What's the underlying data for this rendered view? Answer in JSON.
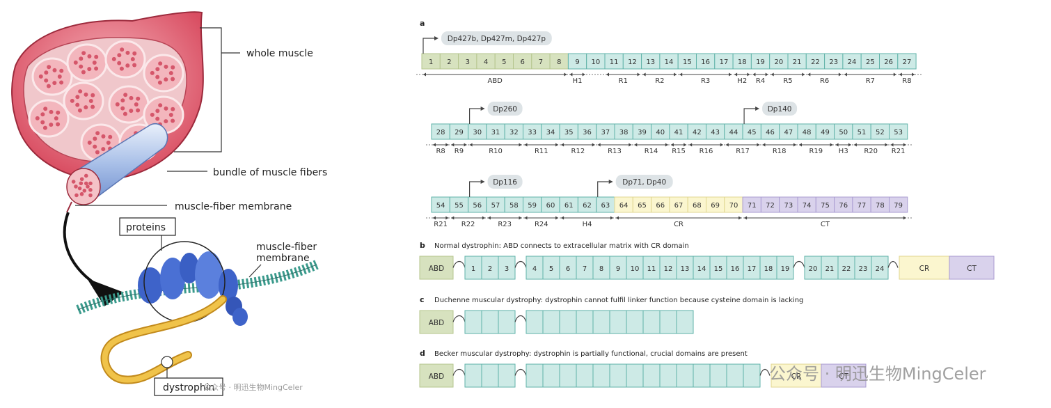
{
  "left_figure": {
    "labels": {
      "whole_muscle": "whole muscle",
      "bundle": "bundle of muscle fibers",
      "membrane": "muscle-fiber membrane",
      "proteins": "proteins",
      "membrane2_line1": "muscle-fiber",
      "membrane2_line2": "membrane",
      "dystrophin": "dystrophin"
    },
    "watermark": "公众号 · 明迅生物MingCeler"
  },
  "panel_a": {
    "label": "a",
    "rows": [
      {
        "exons": [
          "1",
          "2",
          "3",
          "4",
          "5",
          "6",
          "7",
          "8",
          "9",
          "10",
          "11",
          "12",
          "13",
          "14",
          "15",
          "16",
          "17",
          "18",
          "19",
          "20",
          "21",
          "22",
          "23",
          "24",
          "25",
          "26",
          "27"
        ],
        "promoters": [
          {
            "text": "Dp427b, Dp427m, Dp427p",
            "at_exon": "1"
          }
        ],
        "domains": [
          "ABD",
          "H1",
          "R1",
          "R2",
          "R3",
          "H2",
          "R4",
          "R5",
          "R6",
          "R7",
          "R8"
        ]
      },
      {
        "exons": [
          "28",
          "29",
          "30",
          "31",
          "32",
          "33",
          "34",
          "35",
          "36",
          "37",
          "38",
          "39",
          "40",
          "41",
          "42",
          "43",
          "44",
          "45",
          "46",
          "47",
          "48",
          "49",
          "50",
          "51",
          "52",
          "53"
        ],
        "promoters": [
          {
            "text": "Dp260",
            "at_exon": "30"
          },
          {
            "text": "Dp140",
            "at_exon": "45"
          }
        ],
        "domains": [
          "R8",
          "R9",
          "R10",
          "R11",
          "R12",
          "R13",
          "R14",
          "R15",
          "R16",
          "R17",
          "R18",
          "R19",
          "H3",
          "R20",
          "R21"
        ]
      },
      {
        "exons": [
          "54",
          "55",
          "56",
          "57",
          "58",
          "59",
          "60",
          "61",
          "62",
          "63",
          "64",
          "65",
          "66",
          "67",
          "68",
          "69",
          "70",
          "71",
          "72",
          "73",
          "74",
          "75",
          "76",
          "77",
          "78",
          "79"
        ],
        "promoters": [
          {
            "text": "Dp116",
            "at_exon": "56"
          },
          {
            "text": "Dp71, Dp40",
            "at_exon": "63"
          }
        ],
        "domains": [
          "R21",
          "R22",
          "R23",
          "R24",
          "H4",
          "CR",
          "CT"
        ]
      }
    ]
  },
  "panel_b": {
    "label": "b",
    "caption": "Normal dystrophin: ABD connects to extracellular matrix with CR domain",
    "abd": "ABD",
    "repeats": [
      "1",
      "2",
      "3",
      "4",
      "5",
      "6",
      "7",
      "8",
      "9",
      "10",
      "11",
      "12",
      "13",
      "14",
      "15",
      "16",
      "17",
      "18",
      "19",
      "20",
      "21",
      "22",
      "23",
      "24"
    ],
    "cr": "CR",
    "ct": "CT"
  },
  "panel_c": {
    "label": "c",
    "caption": "Duchenne muscular dystrophy: dystrophin cannot fulfil linker function because cysteine domain is lacking",
    "abd": "ABD"
  },
  "panel_d": {
    "label": "d",
    "caption": "Becker muscular dystrophy: dystrophin is partially functional, crucial domains are present",
    "abd": "ABD",
    "cr": "CR",
    "ct": "CT"
  },
  "watermark_right": "公众号 · 明迅生物MingCeler",
  "colors": {
    "teal_fill": "#cdeae6",
    "teal_stroke": "#5fb2a8",
    "abd_fill": "#d7e2bf",
    "cr_fill": "#fbf6cf",
    "ct_fill": "#d9d2ec",
    "muscle_red": "#e66a78",
    "fiber_blue": "#a9c0e8",
    "protein_blue": "#3e63c9",
    "dystrophin_gold": "#e2a92a"
  }
}
